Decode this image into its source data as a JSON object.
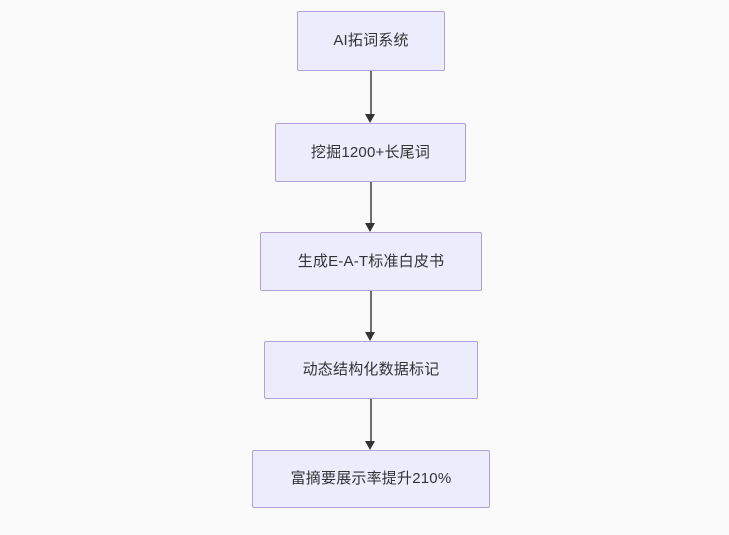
{
  "diagram": {
    "type": "flowchart",
    "direction": "top-to-bottom",
    "background_color": "#fafafa",
    "node_fill_color": "#ececfd",
    "node_border_color": "#b3a0da",
    "node_text_color": "#333333",
    "edge_color": "#6e6e6e",
    "arrowhead_color": "#333333",
    "nodes": [
      {
        "id": "node-1",
        "label": "AI拓词系统"
      },
      {
        "id": "node-2",
        "label": "挖掘1200+长尾词"
      },
      {
        "id": "node-3",
        "label": "生成E-A-T标准白皮书"
      },
      {
        "id": "node-4",
        "label": "动态结构化数据标记"
      },
      {
        "id": "node-5",
        "label": "富摘要展示率提升210%"
      }
    ],
    "edges": [
      {
        "id": "edge-1",
        "from": "node-1",
        "to": "node-2",
        "label": ""
      },
      {
        "id": "edge-2",
        "from": "node-2",
        "to": "node-3",
        "label": ""
      },
      {
        "id": "edge-3",
        "from": "node-3",
        "to": "node-4",
        "label": ""
      },
      {
        "id": "edge-4",
        "from": "node-4",
        "to": "node-5",
        "label": ""
      }
    ]
  }
}
